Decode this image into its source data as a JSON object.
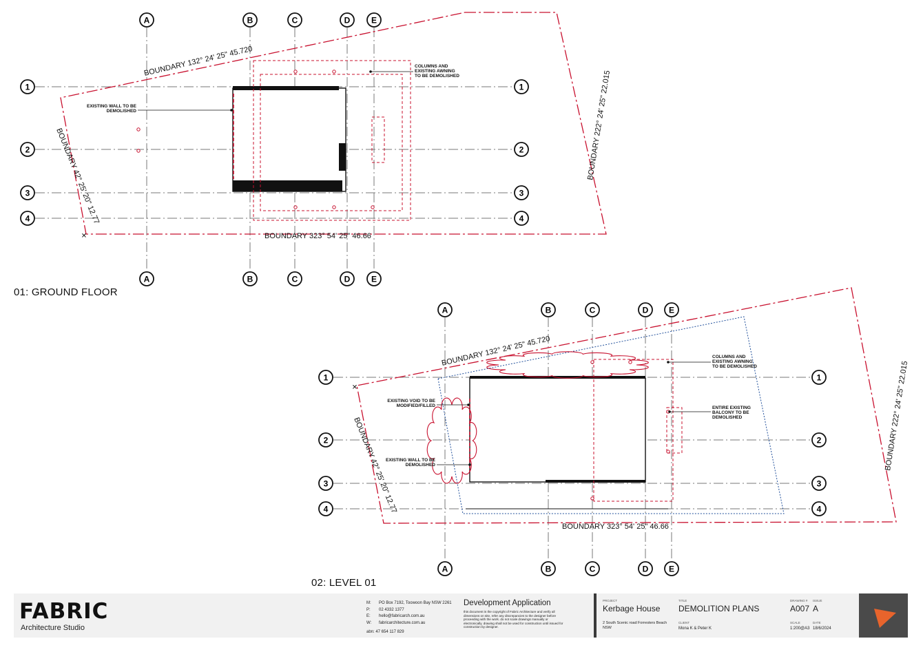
{
  "drawing": {
    "grid_letters": [
      "A",
      "B",
      "C",
      "D",
      "E"
    ],
    "grid_numbers": [
      "1",
      "2",
      "3",
      "4"
    ],
    "ground_floor": {
      "title": "01: GROUND FLOOR",
      "boundaries": {
        "top": "BOUNDARY 132° 24' 25\"   45.720",
        "right": "BOUNDARY 222° 24' 25\"   22.015",
        "bottom": "BOUNDARY 323° 54' 25\"   46.66",
        "left": "BOUNDARY 42° 25' 20\"   12.77"
      },
      "notes": {
        "awning": [
          "COLUMNS AND",
          "EXISTING AWNING",
          "TO BE DEMOLISHED"
        ],
        "wall": [
          "EXISTING WALL TO BE",
          "DEMOLISHED"
        ]
      }
    },
    "level_01": {
      "title": "02: LEVEL 01",
      "boundaries": {
        "top": "BOUNDARY 132° 24' 25\"   45.720",
        "right": "BOUNDARY 222° 24' 25\"   22.015",
        "bottom": "BOUNDARY 323° 54' 25\"   46.66",
        "left": "BOUNDARY 42° 25' 20\"   12.77"
      },
      "notes": {
        "awning": [
          "COLUMNS AND",
          "EXISTING AWNING",
          "TO BE DEMOLISHED"
        ],
        "balcony": [
          "ENTIRE EXISTING",
          "BALCONY TO BE",
          "DEMOLISHED"
        ],
        "void": [
          "EXISTING VOID TO BE",
          "MODIFIED/FILLED"
        ],
        "wall": [
          "EXISTING WALL TO BE",
          "DEMOLISHED"
        ]
      }
    }
  },
  "title_block": {
    "logo_text": "FABRIC",
    "logo_subtitle": "Architecture Studio",
    "contact": [
      {
        "key": "M:",
        "value": "PO Box 7192, Toowoon Bay NSW 2261"
      },
      {
        "key": "P:",
        "value": "02 4332 1377"
      },
      {
        "key": "E:",
        "value": "hello@fabricarch.com.au"
      },
      {
        "key": "W:",
        "value": "fabricarchitecture.com.au"
      }
    ],
    "abn": "abn: 47 654 117 829",
    "stage_title": "Development Application",
    "disclaimer": "this document is the copyright of Fabric Architecture and verify all dimensions on site, refer any discrepancies to the designer before proceeding with the work. do not scale drawings manually or electronically. drawing shall not be used for construction until issued for construction by designer.",
    "project_label": "PROJECT",
    "project": "Kerbage House",
    "address": "2 South Scenic road Forresters Beach NSW",
    "title_label": "TITLE",
    "title": "DEMOLITION PLANS",
    "client_label": "CLIENT",
    "client": "Mona K & Peter K",
    "drawing_no_label": "DRAWING #",
    "drawing_no": "A007",
    "issue_label": "ISSUE",
    "issue": "A",
    "scale_label": "SCALE",
    "scale": "1:200@A3",
    "date_label": "DATE",
    "date": "18/6/2024",
    "colors": {
      "logo_box": "#4a4a4a",
      "logo_accent": "#e8642c",
      "redline": "#c8102e"
    }
  }
}
